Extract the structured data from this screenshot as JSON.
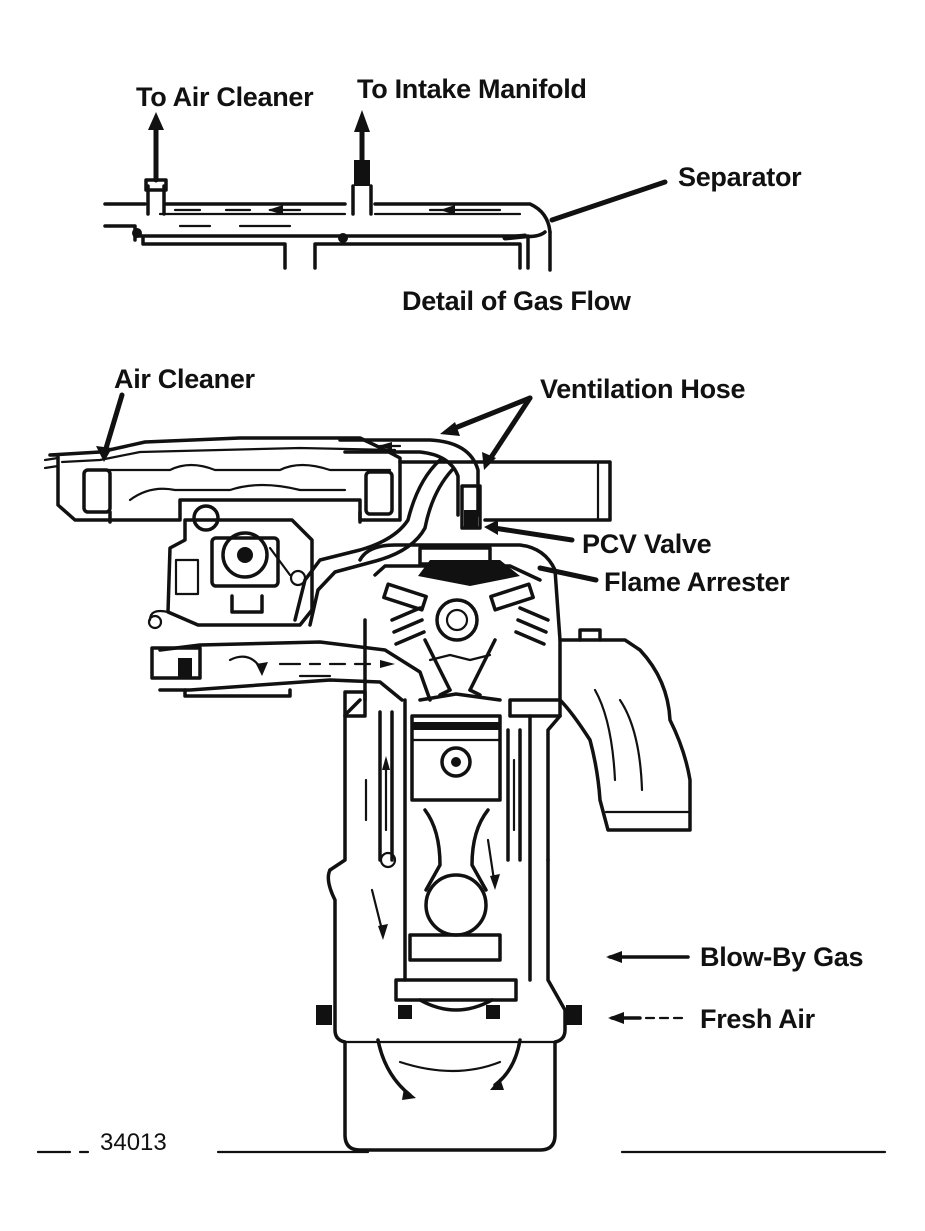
{
  "labels": {
    "to_air_cleaner": "To Air Cleaner",
    "to_intake_manifold": "To Intake Manifold",
    "separator": "Separator",
    "detail_of_gas_flow": "Detail of Gas Flow",
    "air_cleaner": "Air Cleaner",
    "ventilation_hose": "Ventilation Hose",
    "pcv_valve": "PCV Valve",
    "flame_arrester": "Flame Arrester"
  },
  "legend": {
    "blow_by_gas": "Blow-By Gas",
    "fresh_air": "Fresh Air"
  },
  "figure_number": "34013",
  "colors": {
    "ink": "#111111",
    "background": "#ffffff"
  }
}
